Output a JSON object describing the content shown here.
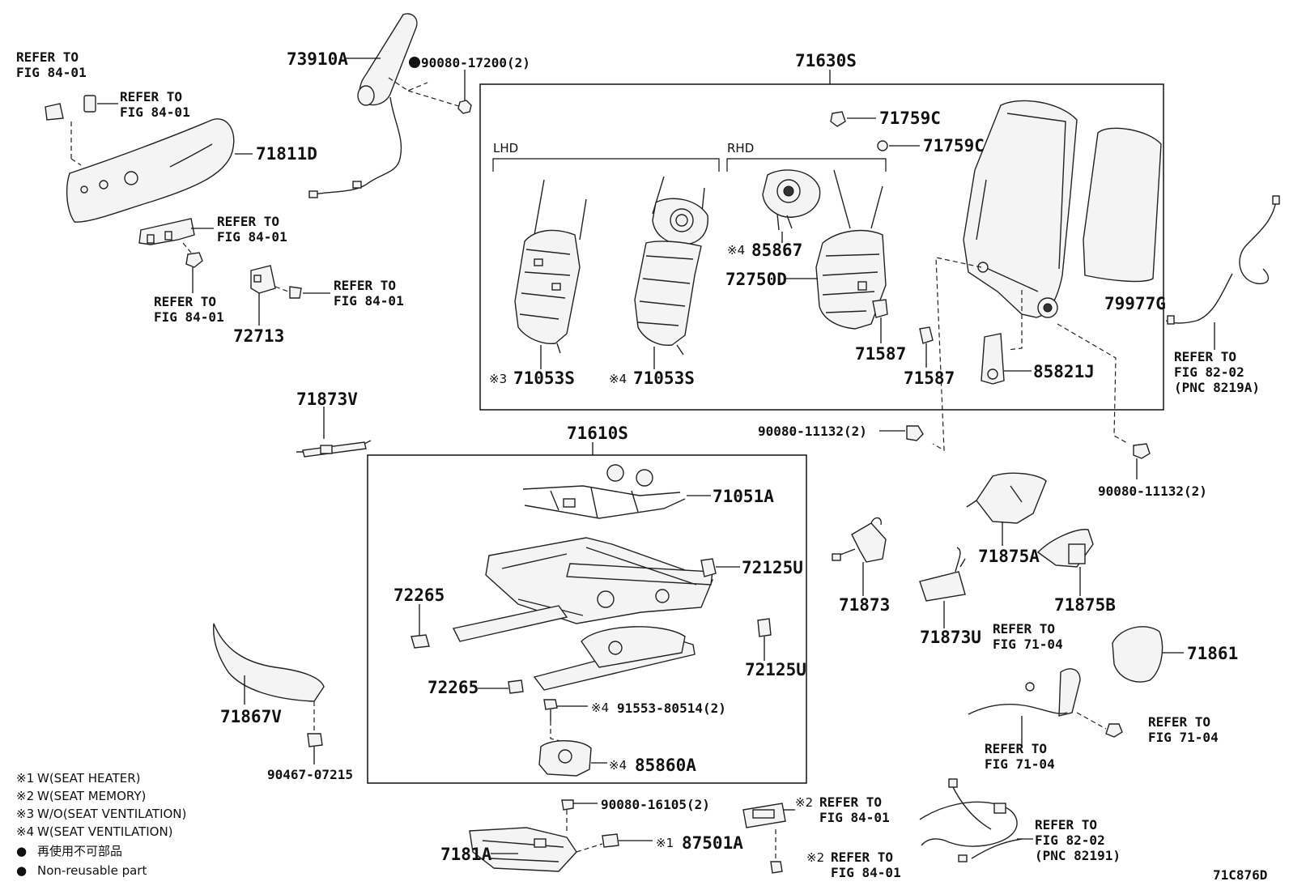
{
  "diagram_code": "71C876D",
  "group_labels": {
    "lhd": "LHD",
    "rhd": "RHD"
  },
  "parts": {
    "p73910a": "73910A",
    "p90080_17200": "90080-17200(2)",
    "p71630s": "71630S",
    "p71759c_a": "71759C",
    "p71759c_b": "71759C",
    "p71811d": "71811D",
    "p71053s_lhd": "71053S",
    "p71053s_lhd_mark": "※3",
    "p71053s_rhd": "71053S",
    "p71053s_rhd_mark": "※4",
    "p85867": "85867",
    "p85867_mark": "※4",
    "p72750d": "72750D",
    "p79977g": "79977G",
    "p71587_a": "71587",
    "p71587_b": "71587",
    "p85821j": "85821J",
    "p72713": "72713",
    "p71873v": "71873V",
    "p71610s": "71610S",
    "p90080_11132_a": "90080-11132(2)",
    "p90080_11132_b": "90080-11132(2)",
    "p71051a": "71051A",
    "p72125u_a": "72125U",
    "p72125u_b": "72125U",
    "p72265_a": "72265",
    "p72265_b": "72265",
    "p91553": "91553-80514(2)",
    "p91553_mark": "※4",
    "p85860a": "85860A",
    "p85860a_mark": "※4",
    "p71873": "71873",
    "p71873u": "71873U",
    "p71875a": "71875A",
    "p71875b": "71875B",
    "p71861": "71861",
    "p71867v": "71867V",
    "p90467": "90467-07215",
    "p90080_16105": "90080-16105(2)",
    "p87501a": "87501A",
    "p87501a_mark": "※1",
    "p7181a": "7181A",
    "ecu_mark_a": "※2",
    "ecu_mark_b": "※2"
  },
  "refs": {
    "r1_l1": "REFER TO",
    "r1_l2": "FIG 84-01",
    "r2_l1": "REFER TO",
    "r2_l2": "FIG 84-01",
    "r3_l1": "REFER TO",
    "r3_l2": "FIG 84-01",
    "r4_l1": "REFER TO",
    "r4_l2": "FIG 84-01",
    "r5_l1": "REFER TO",
    "r5_l2": "FIG 84-01",
    "r6_l1": "REFER TO",
    "r6_l2": "FIG 82-02",
    "r6_l3": "(PNC 8219A)",
    "r7_l1": "REFER TO",
    "r7_l2": "FIG 71-04",
    "r8_l1": "REFER TO",
    "r8_l2": "FIG 71-04",
    "r9_l1": "REFER TO",
    "r9_l2": "FIG 71-04",
    "r10_l1": "REFER TO",
    "r10_l2": "FIG 84-01",
    "r11_l1": "REFER TO",
    "r11_l2": "FIG 84-01",
    "r12_l1": "REFER TO",
    "r12_l2": "FIG 82-02",
    "r12_l3": "(PNC 82191)"
  },
  "legend": [
    {
      "mark": "※1",
      "text": "W(SEAT HEATER)"
    },
    {
      "mark": "※2",
      "text": "W(SEAT MEMORY)"
    },
    {
      "mark": "※3",
      "text": "W/O(SEAT VENTILATION)"
    },
    {
      "mark": "※4",
      "text": "W(SEAT VENTILATION)"
    },
    {
      "mark": "●",
      "text": "再使用不可部品"
    },
    {
      "mark": "●",
      "text": "Non-reusable part"
    }
  ]
}
